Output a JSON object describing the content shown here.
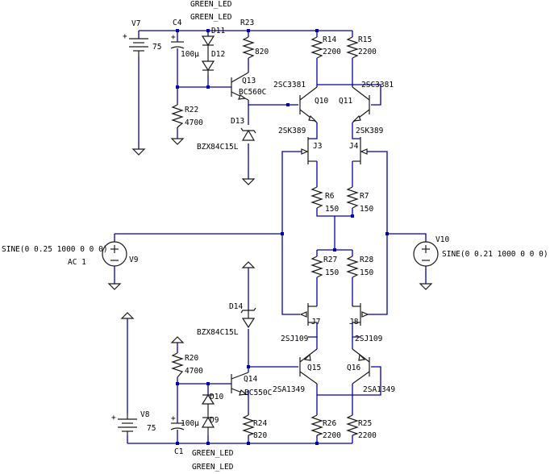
{
  "labels": {
    "v7": "V7",
    "v7_val": "75",
    "c4": "C4",
    "c4_val": "100µ",
    "green_led_top1": "GREEN_LED",
    "green_led_top2": "GREEN_LED",
    "d11": "D11",
    "d12": "D12",
    "r23": "R23",
    "r23_val": "820",
    "r22": "R22",
    "r22_val": "4700",
    "q13": "Q13",
    "q13_val": "BC560C",
    "d13": "D13",
    "d13_val": "BZX84C15L",
    "r14": "R14",
    "r14_val": "2200",
    "r15": "R15",
    "r15_val": "2200",
    "q10": "Q10",
    "q10_val": "2SC3381",
    "q11": "Q11",
    "q11_val": "2SC3381",
    "j3": "J3",
    "j3_val": "2SK389",
    "j4": "J4",
    "j4_val": "2SK389",
    "r6": "R6",
    "r6_val": "150",
    "r7": "R7",
    "r7_val": "150",
    "v9": "V9",
    "v9_val1": "SINE(0 0.25 1000 0 0 0)",
    "v9_val2": "AC 1",
    "v10": "V10",
    "v10_val": "SINE(0 0.21 1000 0 0 0)",
    "r27": "R27",
    "r27_val": "150",
    "r28": "R28",
    "r28_val": "150",
    "d14": "D14",
    "d14_val": "BZX84C15L",
    "j7": "J7",
    "j7_val": "2SJ109",
    "j8": "J8",
    "j8_val": "2SJ109",
    "r20": "R20",
    "r20_val": "4700",
    "q14": "Q14",
    "q14_val": "BC550C",
    "q15": "Q15",
    "q15_val": "2SA1349",
    "q16": "Q16",
    "q16_val": "2SA1349",
    "d10": "D10",
    "d9": "D9",
    "v8": "V8",
    "v8_val": "75",
    "c1": "C1",
    "c1_val": "100µ",
    "r24": "R24",
    "r24_val": "820",
    "r26": "R26",
    "r26_val": "2200",
    "r25": "R25",
    "r25_val": "2200",
    "green_led_bot1": "GREEN_LED",
    "green_led_bot2": "GREEN_LED",
    "plus": "+"
  },
  "colors": {
    "wire": "#0000aa",
    "component": "#1a1a1a"
  }
}
